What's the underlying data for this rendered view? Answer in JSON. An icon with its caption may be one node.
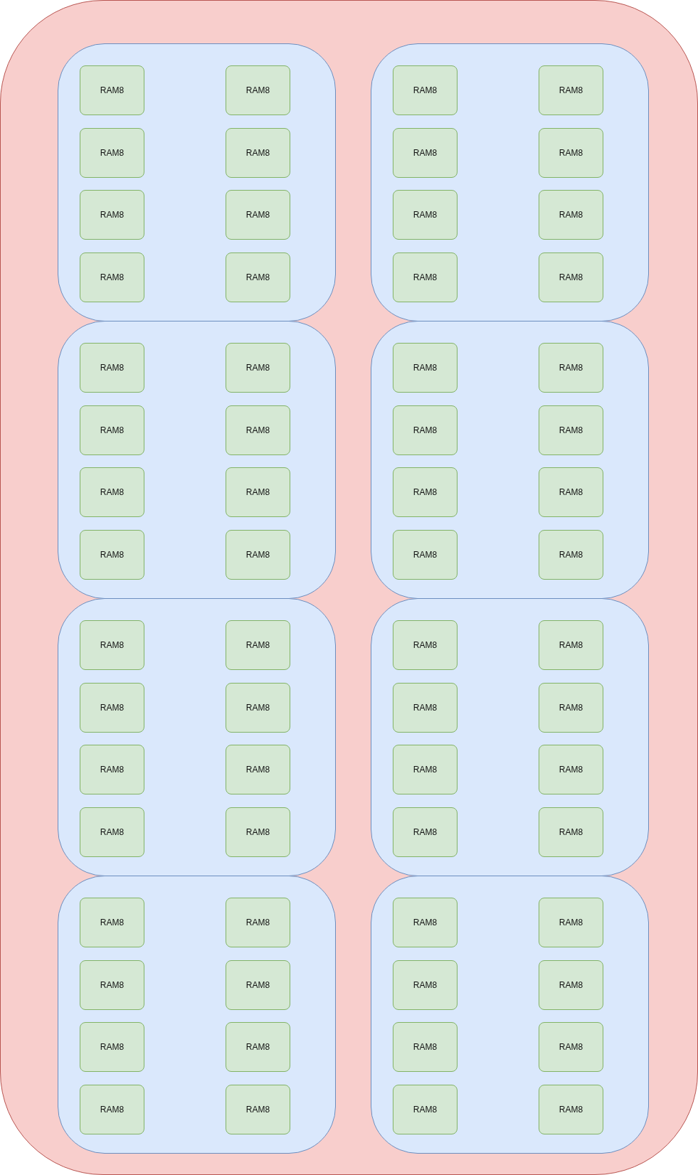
{
  "diagram": {
    "nodes": [
      {
        "text": [],
        "shape": "box"
      },
      {
        "text": [],
        "shape": "box",
        "in": 0
      },
      {
        "text": [
          "RAM8"
        ],
        "in": 1
      },
      {
        "text": [
          "RAM8"
        ],
        "in": 1
      },
      {
        "text": [
          "RAM8"
        ],
        "in": 1
      },
      {
        "text": [
          "RAM8"
        ],
        "in": 1
      },
      {
        "text": [
          "RAM8"
        ],
        "in": 1
      },
      {
        "text": [
          "RAM8"
        ],
        "in": 1
      },
      {
        "text": [
          "RAM8"
        ],
        "in": 1
      },
      {
        "text": [
          "RAM8"
        ],
        "in": 1
      },
      {
        "text": [],
        "shape": "box",
        "in": 0
      },
      {
        "text": [
          "RAM8"
        ],
        "in": 10
      },
      {
        "text": [
          "RAM8"
        ],
        "in": 10
      },
      {
        "text": [
          "RAM8"
        ],
        "in": 10
      },
      {
        "text": [
          "RAM8"
        ],
        "in": 10
      },
      {
        "text": [
          "RAM8"
        ],
        "in": 10
      },
      {
        "text": [
          "RAM8"
        ],
        "in": 10
      },
      {
        "text": [
          "RAM8"
        ],
        "in": 10
      },
      {
        "text": [
          "RAM8"
        ],
        "in": 10
      },
      {
        "text": [],
        "shape": "box",
        "in": 0
      },
      {
        "text": [
          "RAM8"
        ],
        "in": 19
      },
      {
        "text": [
          "RAM8"
        ],
        "in": 19
      },
      {
        "text": [
          "RAM8"
        ],
        "in": 19
      },
      {
        "text": [
          "RAM8"
        ],
        "in": 19
      },
      {
        "text": [
          "RAM8"
        ],
        "in": 19
      },
      {
        "text": [
          "RAM8"
        ],
        "in": 19
      },
      {
        "text": [
          "RAM8"
        ],
        "in": 19
      },
      {
        "text": [
          "RAM8"
        ],
        "in": 19
      },
      {
        "text": [],
        "shape": "box",
        "in": 0
      },
      {
        "text": [
          "RAM8"
        ],
        "in": 28
      },
      {
        "text": [
          "RAM8"
        ],
        "in": 28
      },
      {
        "text": [
          "RAM8"
        ],
        "in": 28
      },
      {
        "text": [
          "RAM8"
        ],
        "in": 28
      },
      {
        "text": [
          "RAM8"
        ],
        "in": 28
      },
      {
        "text": [
          "RAM8"
        ],
        "in": 28
      },
      {
        "text": [
          "RAM8"
        ],
        "in": 28
      },
      {
        "text": [
          "RAM8"
        ],
        "in": 28
      },
      {
        "text": [],
        "shape": "box",
        "in": 0
      },
      {
        "text": [
          "RAM8"
        ],
        "in": 37
      },
      {
        "text": [
          "RAM8"
        ],
        "in": 37
      },
      {
        "text": [
          "RAM8"
        ],
        "in": 37
      },
      {
        "text": [
          "RAM8"
        ],
        "in": 37
      },
      {
        "text": [
          "RAM8"
        ],
        "in": 37
      },
      {
        "text": [
          "RAM8"
        ],
        "in": 37
      },
      {
        "text": [
          "RAM8"
        ],
        "in": 37
      },
      {
        "text": [
          "RAM8"
        ],
        "in": 37
      },
      {
        "text": [],
        "shape": "box",
        "in": 0
      },
      {
        "text": [
          "RAM8"
        ],
        "in": 46
      },
      {
        "text": [
          "RAM8"
        ],
        "in": 46
      },
      {
        "text": [
          "RAM8"
        ],
        "in": 46
      },
      {
        "text": [
          "RAM8"
        ],
        "in": 46
      },
      {
        "text": [
          "RAM8"
        ],
        "in": 46
      },
      {
        "text": [
          "RAM8"
        ],
        "in": 46
      },
      {
        "text": [
          "RAM8"
        ],
        "in": 46
      },
      {
        "text": [
          "RAM8"
        ],
        "in": 46
      },
      {
        "text": [],
        "shape": "box",
        "in": 0
      },
      {
        "text": [
          "RAM8"
        ],
        "in": 55
      },
      {
        "text": [
          "RAM8"
        ],
        "in": 55
      },
      {
        "text": [
          "RAM8"
        ],
        "in": 55
      },
      {
        "text": [
          "RAM8"
        ],
        "in": 55
      },
      {
        "text": [
          "RAM8"
        ],
        "in": 55
      },
      {
        "text": [
          "RAM8"
        ],
        "in": 55
      },
      {
        "text": [
          "RAM8"
        ],
        "in": 55
      },
      {
        "text": [
          "RAM8"
        ],
        "in": 55
      },
      {
        "text": [],
        "shape": "box",
        "in": 0
      },
      {
        "text": [
          "RAM8"
        ],
        "in": 64
      },
      {
        "text": [
          "RAM8"
        ],
        "in": 64
      },
      {
        "text": [
          "RAM8"
        ],
        "in": 64
      },
      {
        "text": [
          "RAM8"
        ],
        "in": 64
      },
      {
        "text": [
          "RAM8"
        ],
        "in": 64
      },
      {
        "text": [
          "RAM8"
        ],
        "in": 64
      },
      {
        "text": [
          "RAM8"
        ],
        "in": 64
      },
      {
        "text": [
          "RAM8"
        ],
        "in": 64
      }
    ]
  }
}
